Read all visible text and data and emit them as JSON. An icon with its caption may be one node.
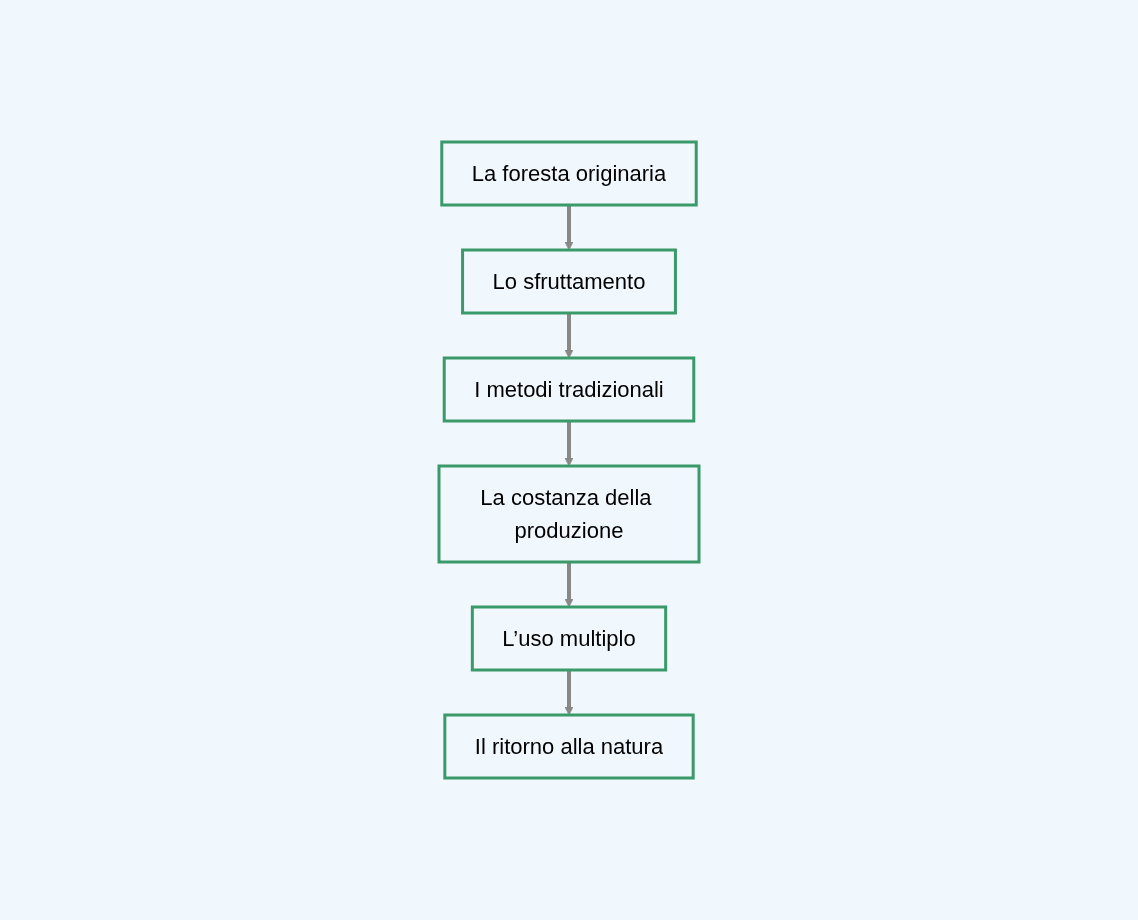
{
  "diagram": {
    "nodes": [
      {
        "text": [
          "La foresta originaria"
        ]
      },
      {
        "text": [
          "Lo sfruttamento"
        ]
      },
      {
        "text": [
          "I metodi tradizionali"
        ]
      },
      {
        "text": [
          "La costanza della produzione"
        ]
      },
      {
        "text": [
          "L’uso multiplo"
        ]
      },
      {
        "text": [
          "Il ritorno alla natura"
        ]
      }
    ],
    "edges": [
      {
        "from": 0,
        "to": 1,
        "arrow": "to"
      },
      {
        "from": 1,
        "to": 2,
        "arrow": "to"
      },
      {
        "from": 2,
        "to": 3,
        "arrow": "to"
      },
      {
        "from": 3,
        "to": 4,
        "arrow": "to"
      },
      {
        "from": 4,
        "to": 5,
        "arrow": "to"
      }
    ]
  }
}
